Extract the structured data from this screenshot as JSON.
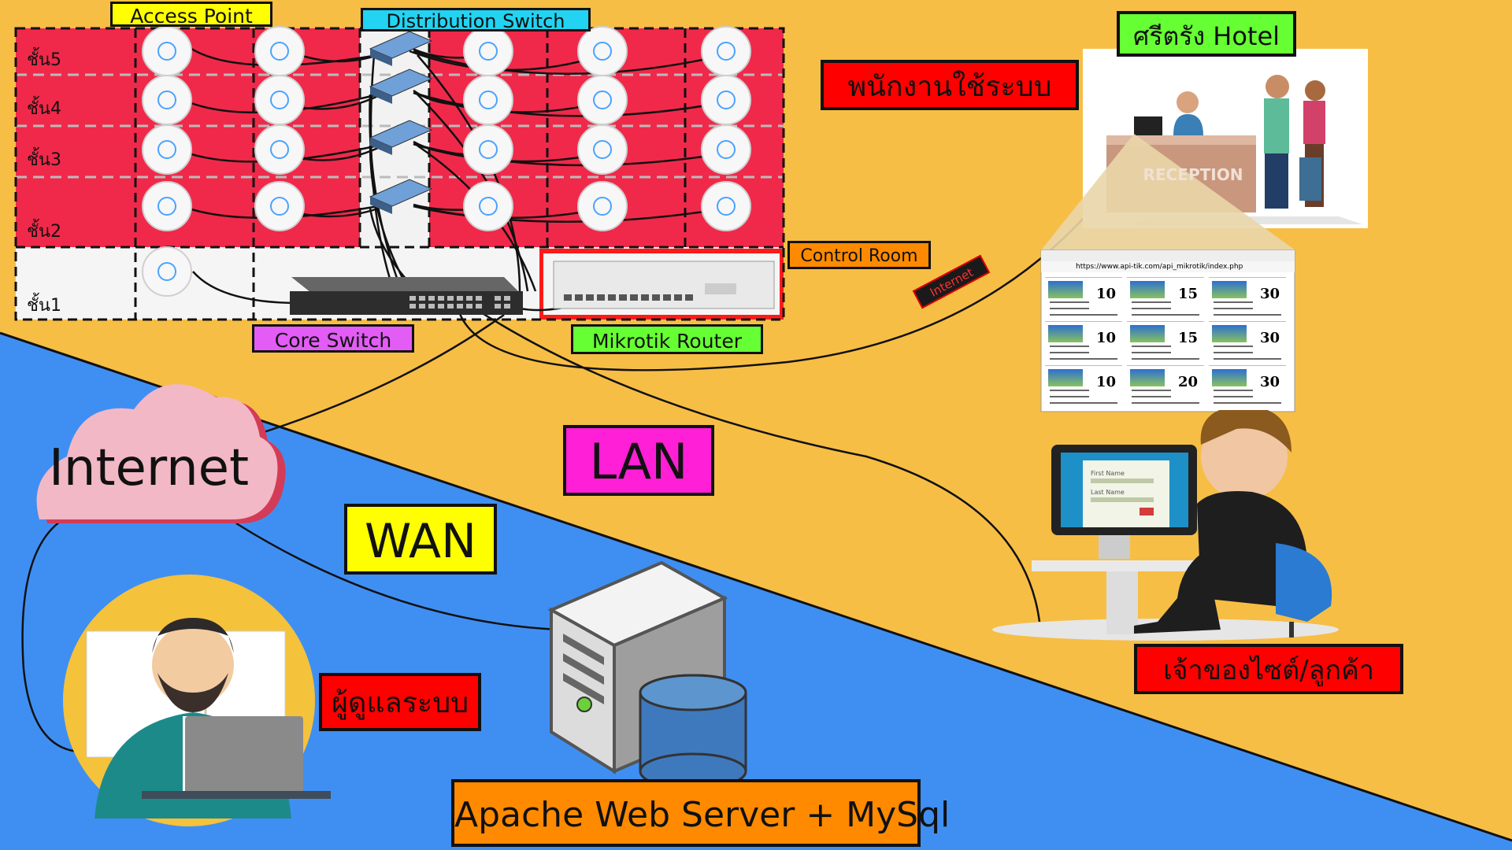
{
  "labels": {
    "access_point": "Access Point",
    "distribution_switch": "Distribution Switch",
    "core_switch": "Core Switch",
    "control_room": "Control Room",
    "mikrotik_router": "Mikrotik Router",
    "hotel": "ศรีตรัง Hotel",
    "staff": "พนักงานใช้ระบบ",
    "internet_tag": "Internet",
    "lan": "LAN",
    "wan": "WAN",
    "internet_cloud": "Internet",
    "admin": "ผู้ดูแลระบบ",
    "owner": "เจ้าของไซต์/ลูกค้า",
    "web_server": "Apache Web Server + MySql",
    "reception": "RECEPTION"
  },
  "floors": [
    "ชั้น5",
    "ชั้น4",
    "ชั้น3",
    "ชั้น2",
    "ชั้น1"
  ],
  "browser": {
    "url": "https://www.api-tik.com/api_mikrotik/index.php",
    "prices": [
      "10",
      "15",
      "30",
      "10",
      "15",
      "30",
      "10",
      "20",
      "30"
    ]
  },
  "form": {
    "first_name": "First Name",
    "last_name": "Last Name"
  },
  "colors": {
    "background": "#f7be45",
    "wan_area": "#3f8ff3",
    "building_red": "#f0294a",
    "label_red": "#ff0000",
    "label_yellow": "#ffff00",
    "label_magenta": "#ff1fd6",
    "label_green": "#66ff33",
    "label_cyan": "#22d3f2",
    "label_orange": "#ff8a00",
    "label_violet": "#e25cf5",
    "cloud_pink": "#f2b8c6"
  }
}
